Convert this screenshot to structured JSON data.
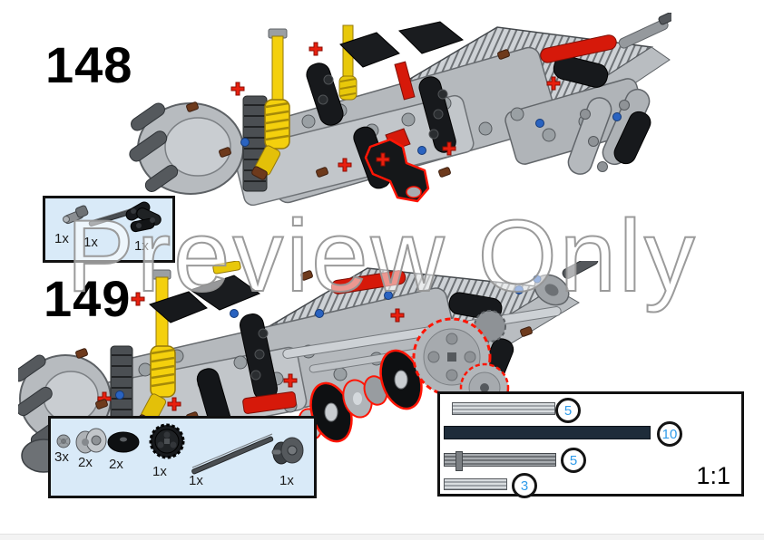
{
  "watermark": {
    "text": "Preview Only"
  },
  "steps": [
    {
      "number": "148",
      "parts_box": {
        "parts": [
          {
            "icon": "light-gray-axle-pin-connector",
            "count": "1x"
          },
          {
            "icon": "dark-gray-long-axle",
            "count": "1x"
          },
          {
            "icon": "black-angled-pin-connector",
            "count": "1x"
          }
        ]
      }
    },
    {
      "number": "149",
      "parts_box": {
        "parts": [
          {
            "icon": "gray-half-bush",
            "count": "3x"
          },
          {
            "icon": "gray-wedge-belt-wheel",
            "count": "2x"
          },
          {
            "icon": "black-dish",
            "count": "2x"
          },
          {
            "icon": "black-24-tooth-gear",
            "count": "1x"
          },
          {
            "icon": "dark-gray-long-axle",
            "count": "1x"
          },
          {
            "icon": "dark-gray-wheel-with-pin",
            "count": "1x"
          }
        ]
      }
    }
  ],
  "scale_box": {
    "scale_label": "1:1",
    "axle_lengths": [
      {
        "length": "5",
        "axle_style": "light-gray-ridged"
      },
      {
        "length": "10",
        "axle_style": "black"
      },
      {
        "length": "5",
        "axle_style": "dark-gray-with-stop"
      },
      {
        "length": "3",
        "axle_style": "light-gray-ridged"
      }
    ],
    "length_number_color": "#2f9bea"
  },
  "colors": {
    "parts_box_fill": "#d9eaf8",
    "box_border": "#111111",
    "highlight_outline": "#ff1505",
    "lego_yellow": "#f4d00d",
    "lego_red": "#d6190a",
    "lego_gray": "#b5b9bd",
    "lego_black": "#17191c"
  }
}
